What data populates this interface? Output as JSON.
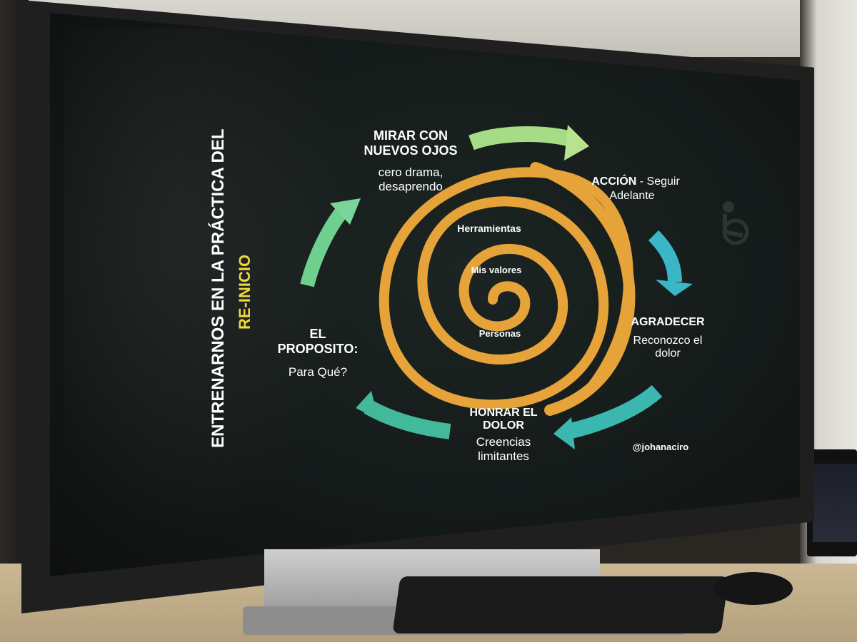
{
  "slide": {
    "vertical_title_line1": "ENTRENARNOS EN  LA PRÁCTICA DEL",
    "vertical_title_line2": "RE-INICIO",
    "cycle": {
      "top_heading": "MIRAR CON\nNUEVOS OJOS",
      "top_sub": "cero drama,\ndesaprendo",
      "right_heading": "ACCIÓN",
      "right_sub_inline": " - Seguir",
      "right_sub": "Adelante",
      "agradecer_heading": "AGRADECER",
      "agradecer_sub": "Reconozco el\ndolor",
      "bottom_heading": "HONRAR EL\nDOLOR",
      "bottom_sub": "Creencias\nlimitantes",
      "left_heading": "EL\nPROPOSITO:",
      "left_sub": "Para Qué?"
    },
    "spiral": {
      "outer_label": "Herramientas",
      "middle_label": "Mis valores",
      "inner_label": "Personas"
    },
    "handle": "@johanaciro"
  },
  "colors": {
    "spiral": "#e6a33a",
    "title_accent": "#f0d83a",
    "arrow_green": "#9fdc8a",
    "arrow_teal": "#3fb6c4"
  }
}
